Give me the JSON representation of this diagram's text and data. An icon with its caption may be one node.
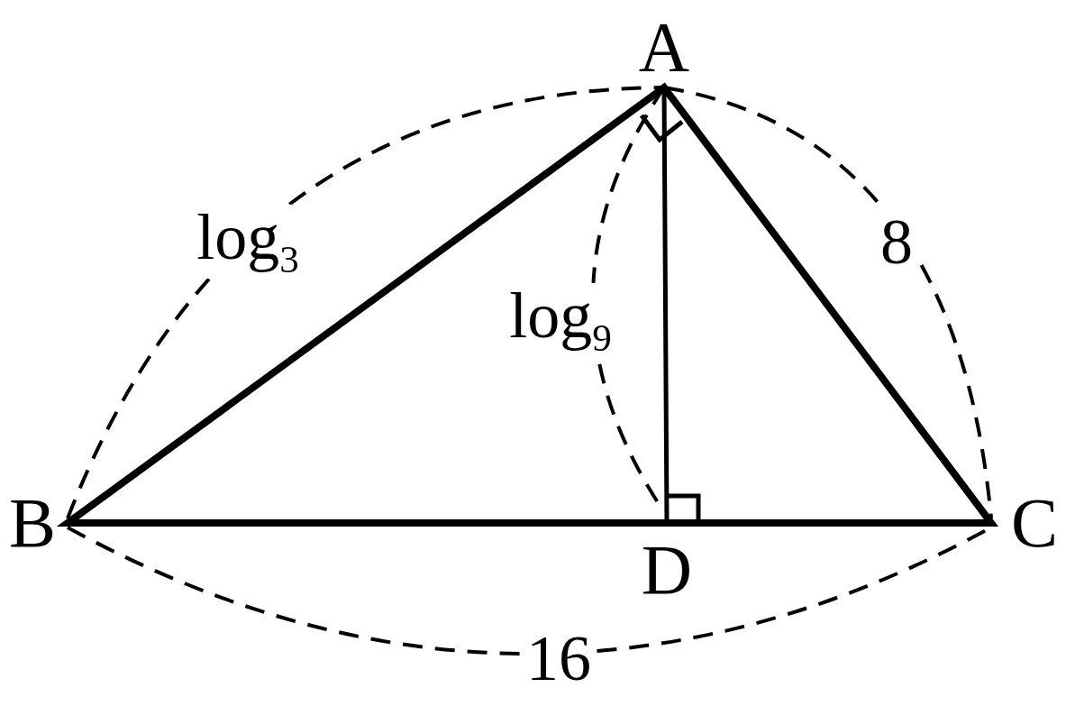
{
  "diagram": {
    "labels": [
      "A",
      "log$_{3}$",
      "8",
      "log$_{9}$",
      "B",
      "C",
      "D",
      "16"
    ]
  }
}
